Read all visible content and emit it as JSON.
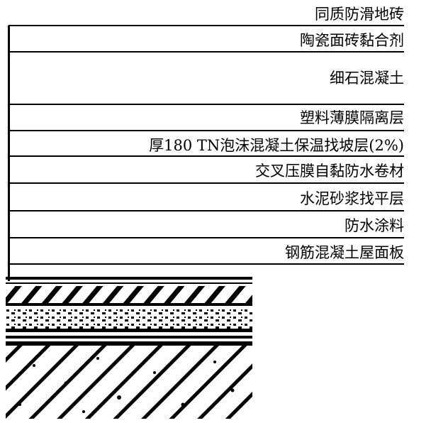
{
  "diagram": {
    "layers": [
      {
        "id": "tile",
        "label": "同质防滑地砖"
      },
      {
        "id": "adhesive",
        "label": "陶瓷面砖黏合剂"
      },
      {
        "id": "concrete",
        "label": "细石混凝土"
      },
      {
        "id": "film",
        "label": "塑料薄膜隔离层"
      },
      {
        "id": "insulation",
        "label": "厚180 TN泡沫混凝土保温找坡层(2%)"
      },
      {
        "id": "membrane",
        "label": "交叉压膜自黏防水卷材"
      },
      {
        "id": "screed",
        "label": "水泥砂浆找平层"
      },
      {
        "id": "coating",
        "label": "防水涂料"
      },
      {
        "id": "slab",
        "label": "钢筋混凝土屋面板"
      }
    ]
  }
}
